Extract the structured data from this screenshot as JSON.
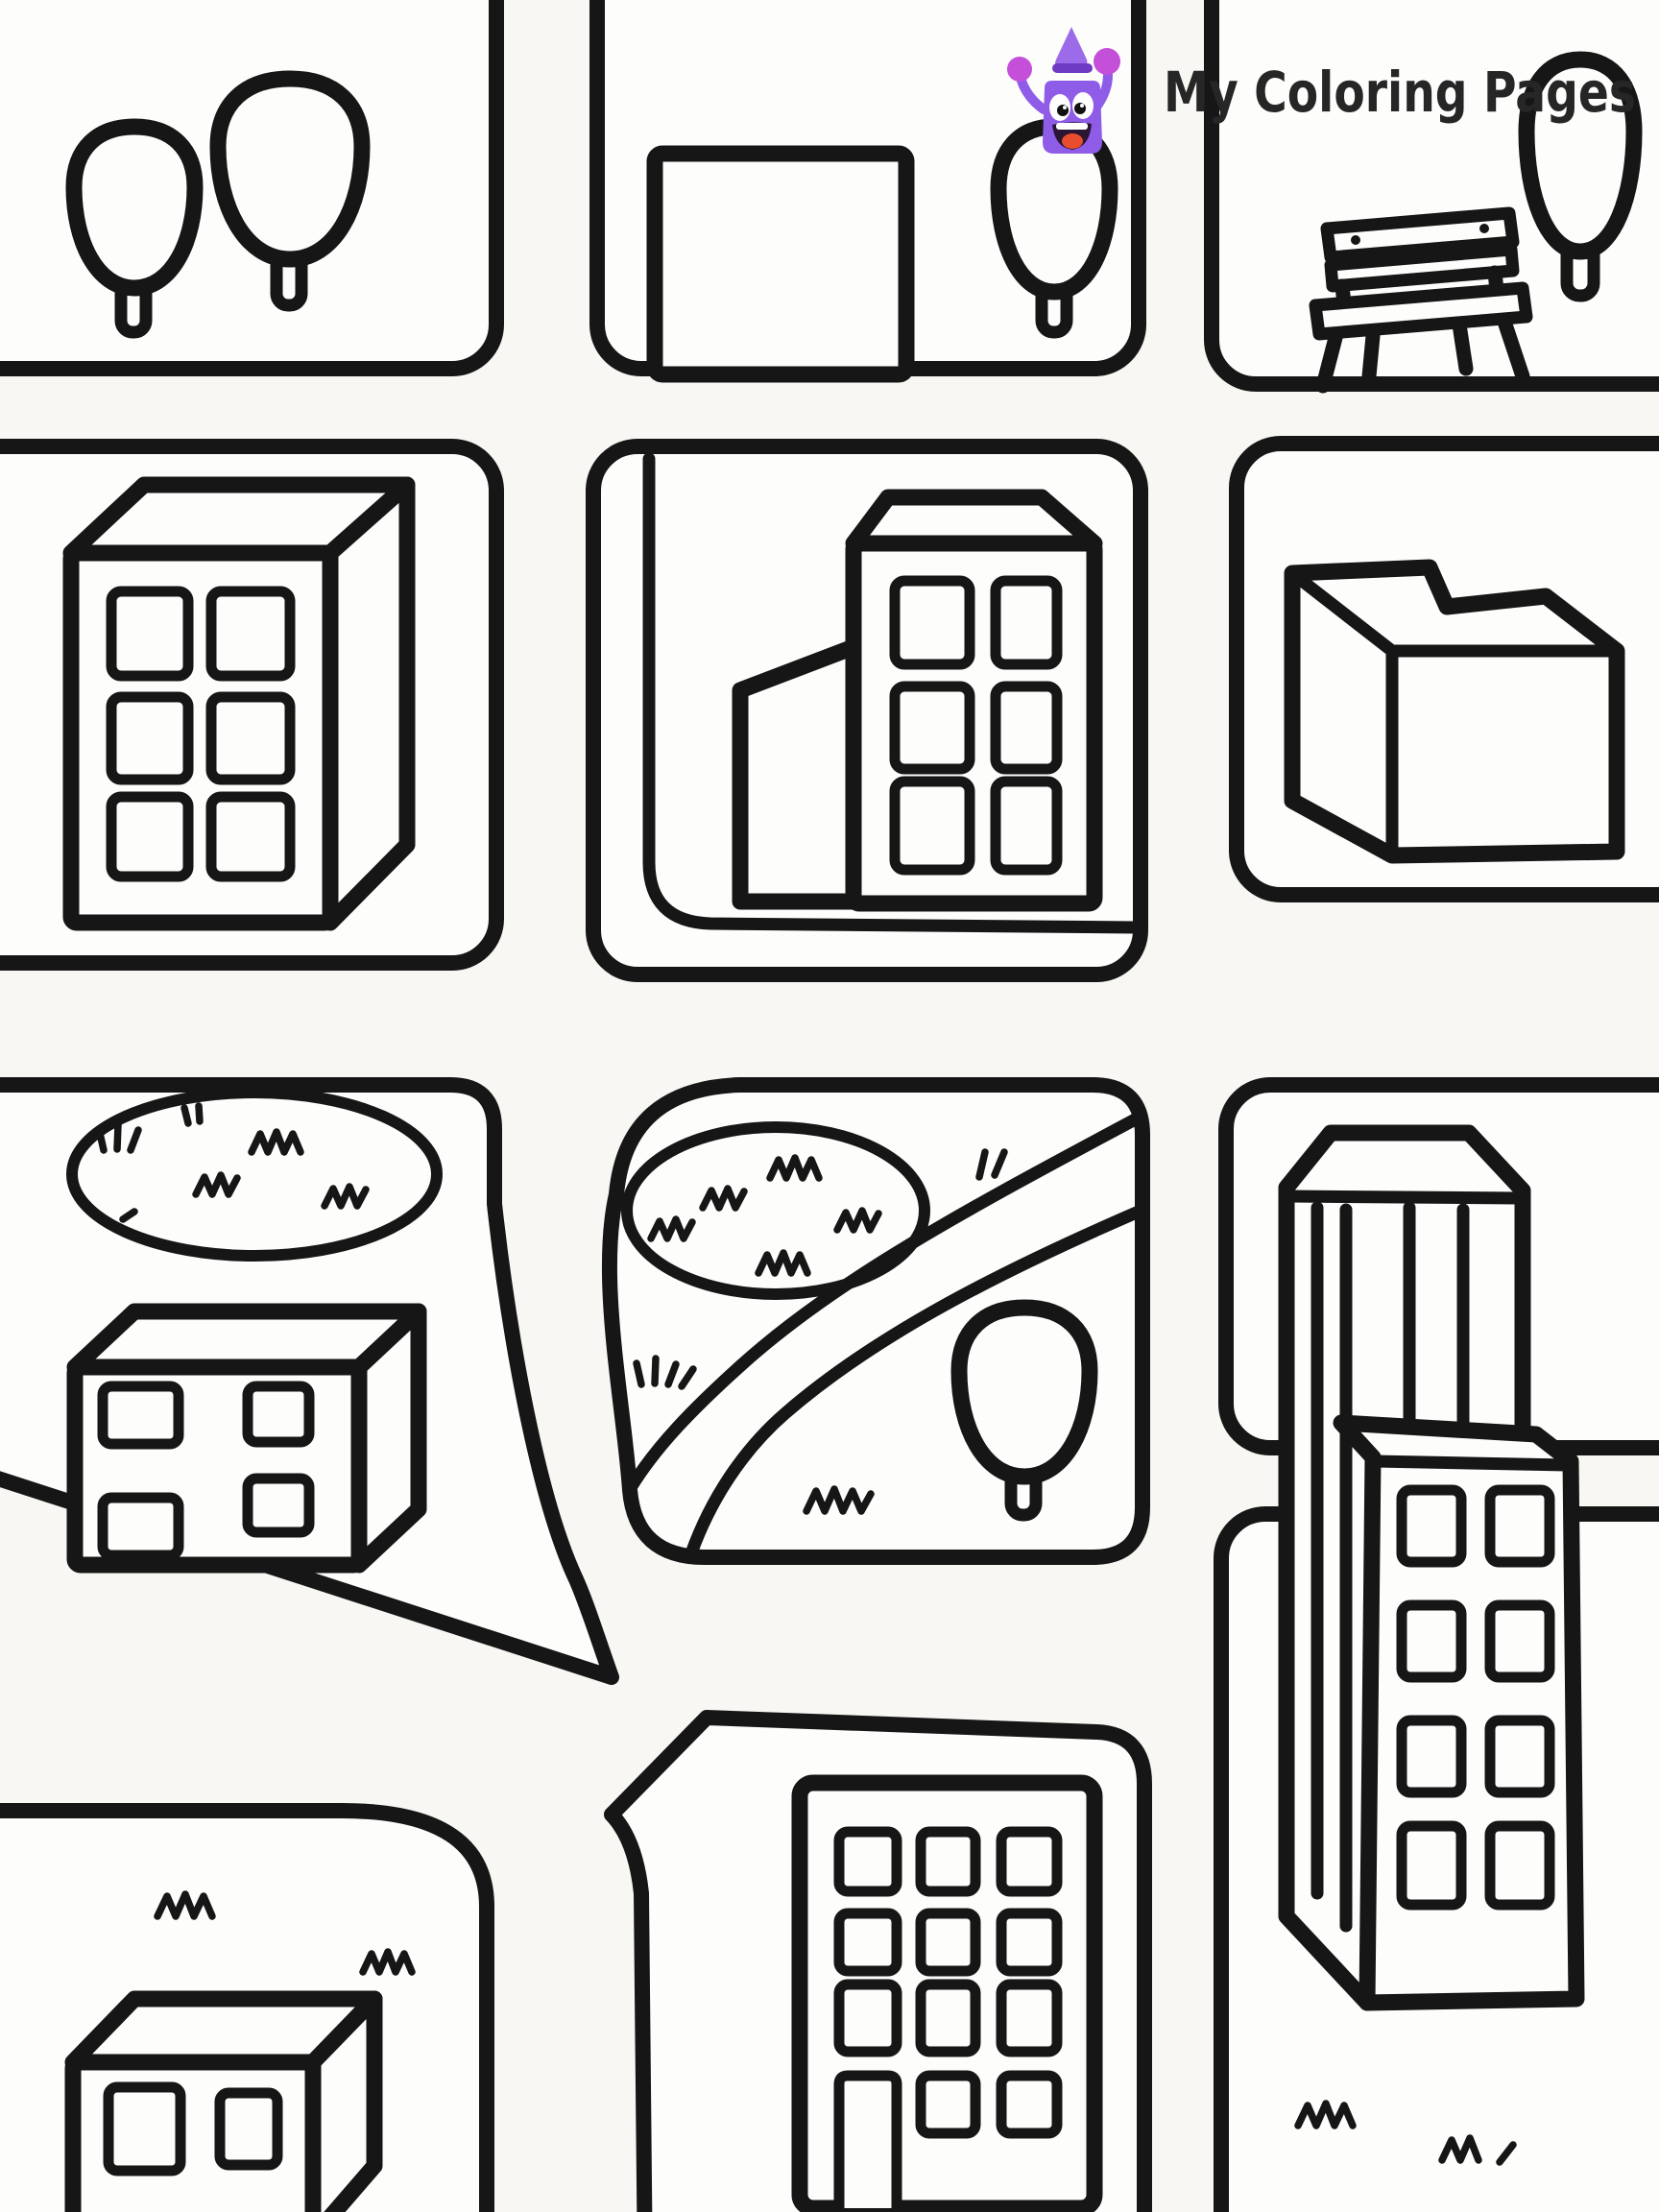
{
  "page": {
    "background": "#f8f7f4"
  },
  "logo": {
    "text": "My Coloring Pages",
    "text_color": "#262626",
    "mascot": "purple-crayon-mascot"
  },
  "colors": {
    "ink": "#161616",
    "paper": "#fdfdfb",
    "road": "#f8f7f4",
    "crayon_body": "#8f5ce8",
    "crayon_cone": "#9b6bea",
    "crayon_band": "#6d3bc4",
    "crayon_fists": "#c44fd9",
    "crayon_mouth": "#2a1533",
    "crayon_tongue": "#e84e2e"
  },
  "scene": {
    "type": "city-map-coloring-page",
    "grid": "3 columns x 4 rows of white city blocks separated by roads, with a diagonal road junction lower-left",
    "blocks": [
      {
        "id": "block-a",
        "position": "row1-col1",
        "contents": [
          "small round tree",
          "large round tree"
        ]
      },
      {
        "id": "block-b",
        "position": "row1-col2",
        "contents": [
          "rectangular plaza",
          "round tree"
        ]
      },
      {
        "id": "block-c",
        "position": "row1-col3",
        "contents": [
          "park bench",
          "round tree"
        ]
      },
      {
        "id": "block-d",
        "position": "row2-col1",
        "contents": [
          "3d building with 6 windows"
        ]
      },
      {
        "id": "block-e",
        "position": "row2-col2",
        "contents": [
          "inner curb line",
          "tower building with roof, side wing and 6 windows"
        ]
      },
      {
        "id": "block-f",
        "position": "row2-col3",
        "contents": [
          "3d box building with notched top"
        ]
      },
      {
        "id": "block-g",
        "position": "row3-col1",
        "contents": [
          "grass pond with tufts",
          "3d building with 4 windows overlapping road"
        ]
      },
      {
        "id": "block-h",
        "position": "row3-col2",
        "contents": [
          "grass pond with tufts",
          "curved walking path",
          "round tree",
          "grass tufts"
        ]
      },
      {
        "id": "block-i",
        "position": "row3-col3",
        "contents": [
          "striped skyscraper back tower"
        ]
      },
      {
        "id": "block-j",
        "position": "row4-col1",
        "contents": [
          "grass tufts",
          "3d building with 2 windows"
        ]
      },
      {
        "id": "block-k",
        "position": "row4-col2",
        "contents": [
          "apartment building with 11 windows and door"
        ]
      },
      {
        "id": "block-l",
        "position": "row4-col3",
        "contents": [
          "skyscraper front tower with 8 windows",
          "grass tufts"
        ]
      }
    ]
  }
}
